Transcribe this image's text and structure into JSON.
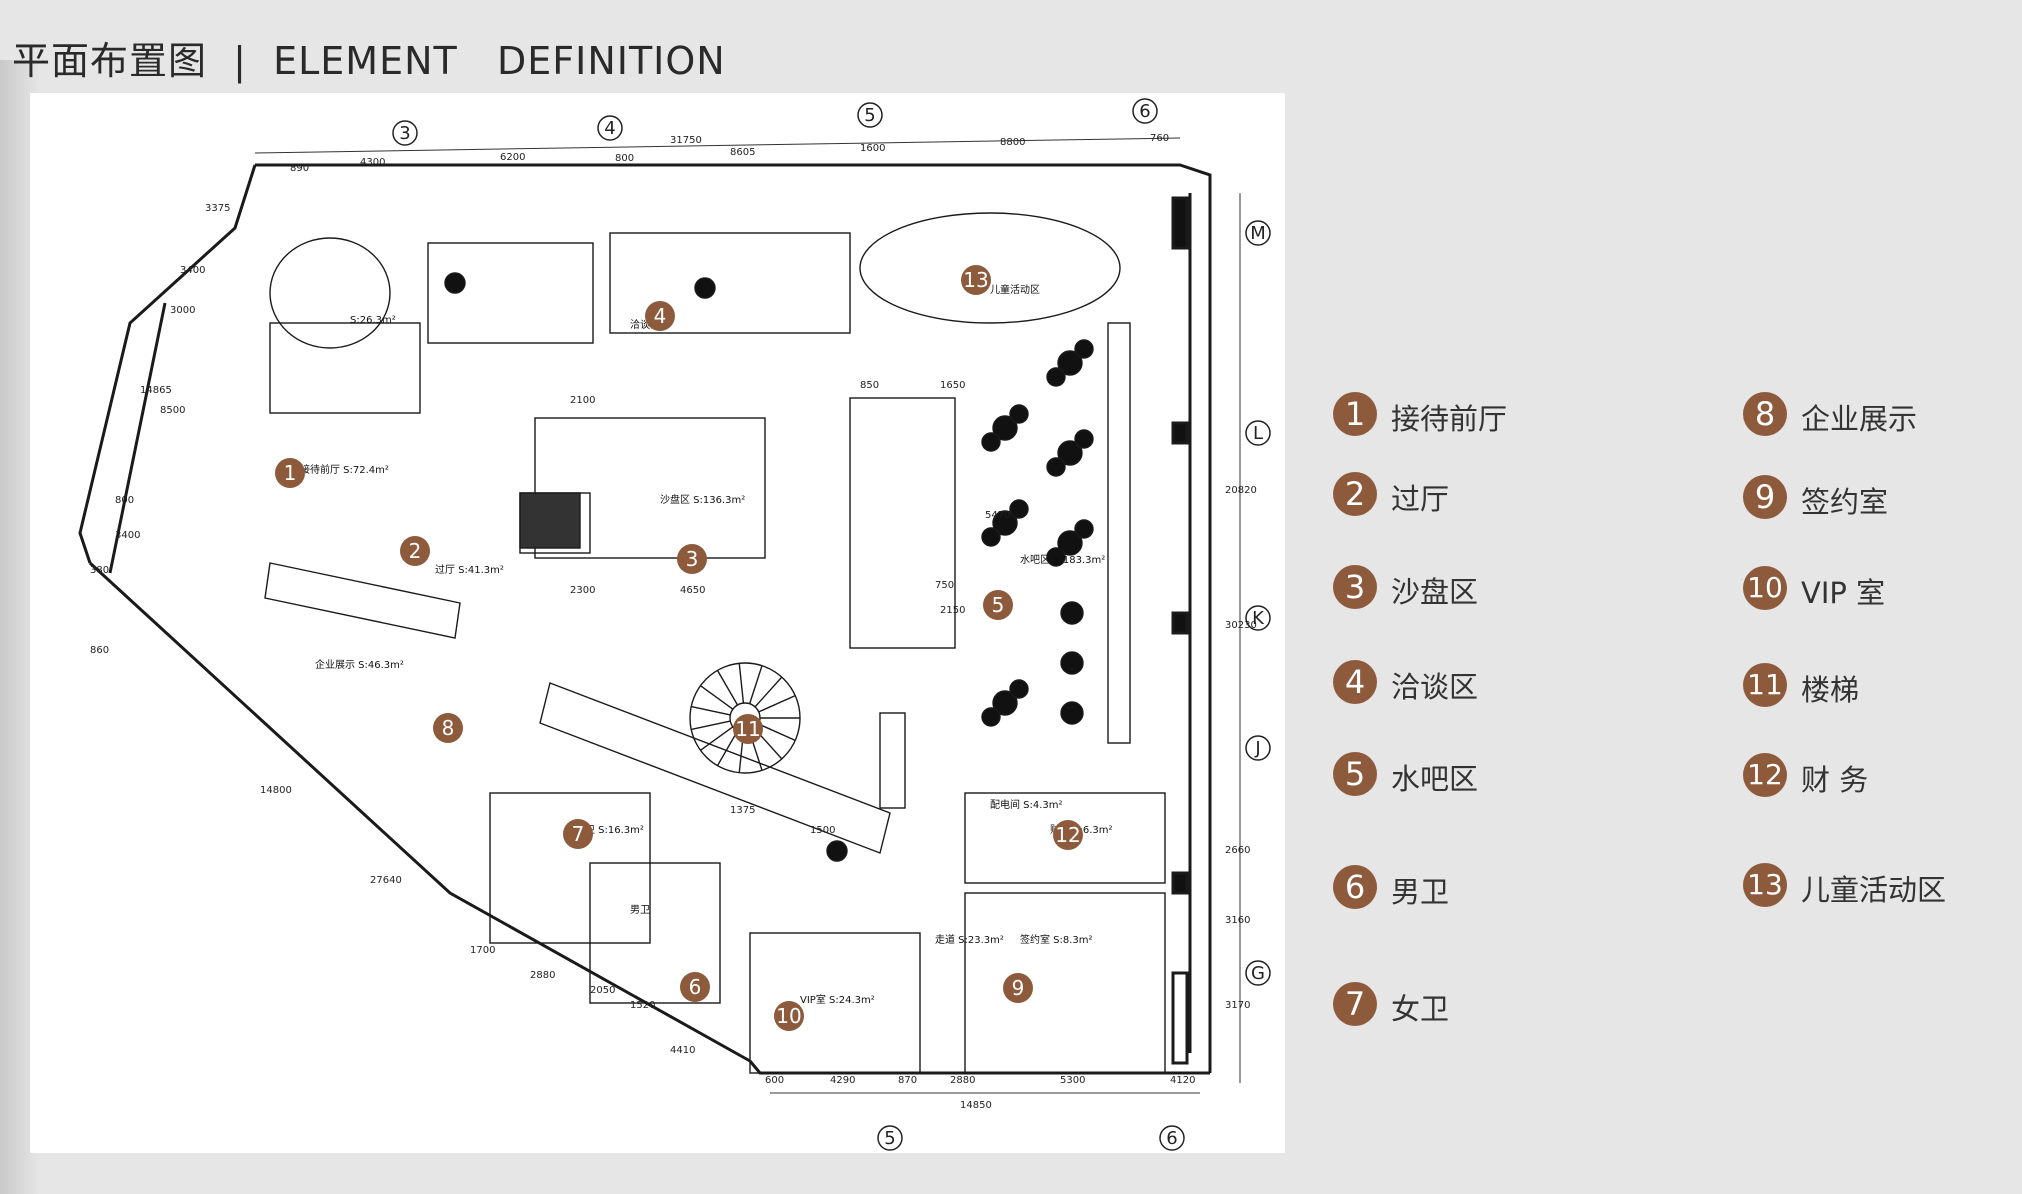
{
  "title": "平面布置图  |  ELEMENT   DEFINITION",
  "colors": {
    "accent": "#8e5a3c",
    "background": "#e6e6e6",
    "plan_bg": "#ffffff"
  },
  "grid_labels": [
    "3",
    "4",
    "5",
    "6",
    "M",
    "L",
    "K",
    "J",
    "G",
    "5",
    "6"
  ],
  "dimensions": [
    "31750",
    "890",
    "4300",
    "6200",
    "800",
    "8605",
    "1600",
    "8800",
    "760",
    "3375",
    "3400",
    "3000",
    "14865",
    "8500",
    "800",
    "3400",
    "380",
    "860",
    "14800",
    "27640",
    "1700",
    "2880",
    "2050",
    "1520",
    "4410",
    "600",
    "4290",
    "870",
    "2880",
    "5300",
    "14850",
    "4120",
    "20820",
    "30230",
    "2660",
    "3160",
    "3170",
    "2100",
    "2300",
    "4650",
    "850",
    "1650",
    "5470",
    "2150",
    "750",
    "1375",
    "1500"
  ],
  "room_labels": [
    "接待前厅 S:72.4m²",
    "过厅 S:41.3m²",
    "沙盘区 S:136.3m²",
    "洽谈区",
    "儿童活动区",
    "水吧区 S:183.3m²",
    "企业展示 S:46.3m²",
    "女卫 S:16.3m²",
    "男卫",
    "财务 S:6.3m²",
    "签约室 S:8.3m²",
    "VIP室 S:24.3m²",
    "走道 S:23.3m²",
    "配电间 S:4.3m²",
    "S:26.3m²"
  ],
  "plan_markers": [
    "1",
    "2",
    "3",
    "4",
    "5",
    "6",
    "7",
    "8",
    "9",
    "10",
    "11",
    "12",
    "13"
  ],
  "legend": [
    {
      "num": "1",
      "label": "接待前厅"
    },
    {
      "num": "2",
      "label": "过厅"
    },
    {
      "num": "3",
      "label": "沙盘区"
    },
    {
      "num": "4",
      "label": "洽谈区"
    },
    {
      "num": "5",
      "label": "水吧区"
    },
    {
      "num": "6",
      "label": "男卫"
    },
    {
      "num": "7",
      "label": "女卫"
    },
    {
      "num": "8",
      "label": "企业展示"
    },
    {
      "num": "9",
      "label": "签约室"
    },
    {
      "num": "10",
      "label": "VIP 室"
    },
    {
      "num": "11",
      "label": "楼梯"
    },
    {
      "num": "12",
      "label": "财 务"
    },
    {
      "num": "13",
      "label": "儿童活动区"
    }
  ]
}
